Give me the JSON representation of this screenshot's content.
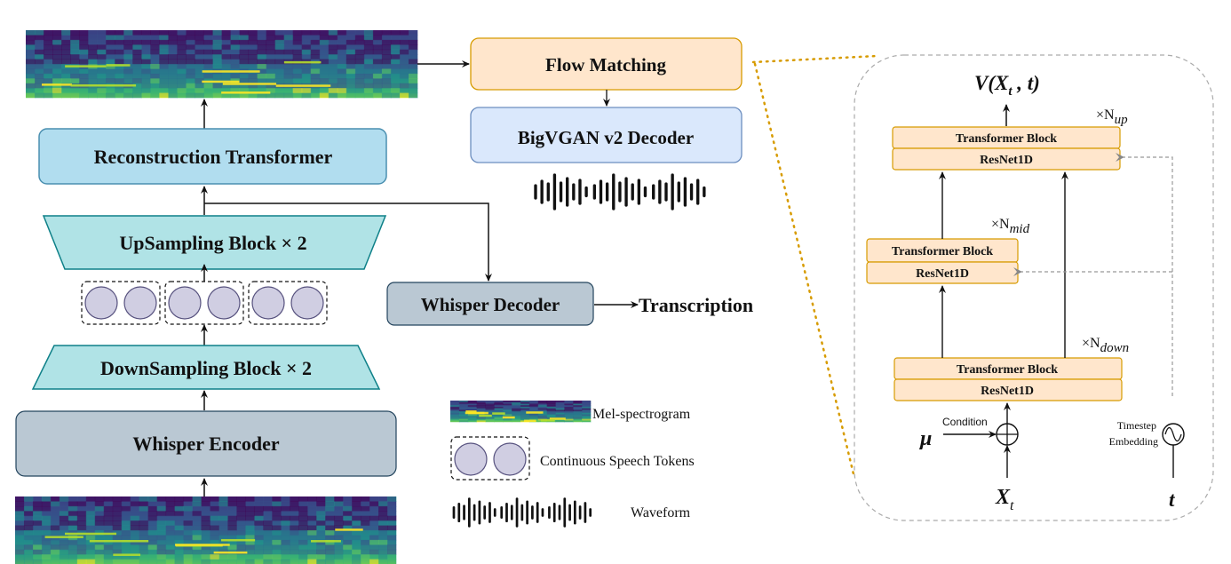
{
  "left_pipeline": {
    "reconstruction_transformer": "Reconstruction Transformer",
    "upsampling_block": "UpSampling Block × 2",
    "downsampling_block": "DownSampling Block × 2",
    "whisper_encoder": "Whisper Encoder",
    "token_groups": 3,
    "tokens_per_group": 2
  },
  "middle": {
    "flow_matching": "Flow Matching",
    "bigvgan_decoder": "BigVGAN v2 Decoder",
    "whisper_decoder": "Whisper Decoder",
    "transcription": "Transcription"
  },
  "legend": {
    "mel": "Mel-spectrogram",
    "tokens": "Continuous Speech Tokens",
    "waveform": "Waveform"
  },
  "flow_detail": {
    "output_label_main": "V(X",
    "output_label_sub": "t",
    "output_label_tail": " , t)",
    "up_mult": "×N",
    "up_sub": "up",
    "mid_mult": "×N",
    "mid_sub": "mid",
    "down_mult": "×N",
    "down_sub": "down",
    "transformer_block": "Transformer Block",
    "resnet": "ResNet1D",
    "condition": "Condition",
    "mu": "μ",
    "xt_main": "X",
    "xt_sub": "t",
    "timestep_line1": "Timestep",
    "timestep_line2": "Embedding",
    "t": "t"
  },
  "colors": {
    "recon_fill": "#b1ddef",
    "recon_stroke": "#4a8fb0",
    "trap_fill": "#b0e3e6",
    "trap_stroke": "#0e8088",
    "whisper_fill": "#bac8d3",
    "whisper_stroke": "#23445d",
    "flow_fill": "#ffe6cc",
    "flow_stroke": "#d79b00",
    "bigvgan_fill": "#dae8fc",
    "bigvgan_stroke": "#6c8ebf",
    "token_fill": "#d0cee2",
    "token_stroke": "#56517e",
    "dotted_orange": "#d79b00",
    "dashed_gray": "#999999"
  }
}
